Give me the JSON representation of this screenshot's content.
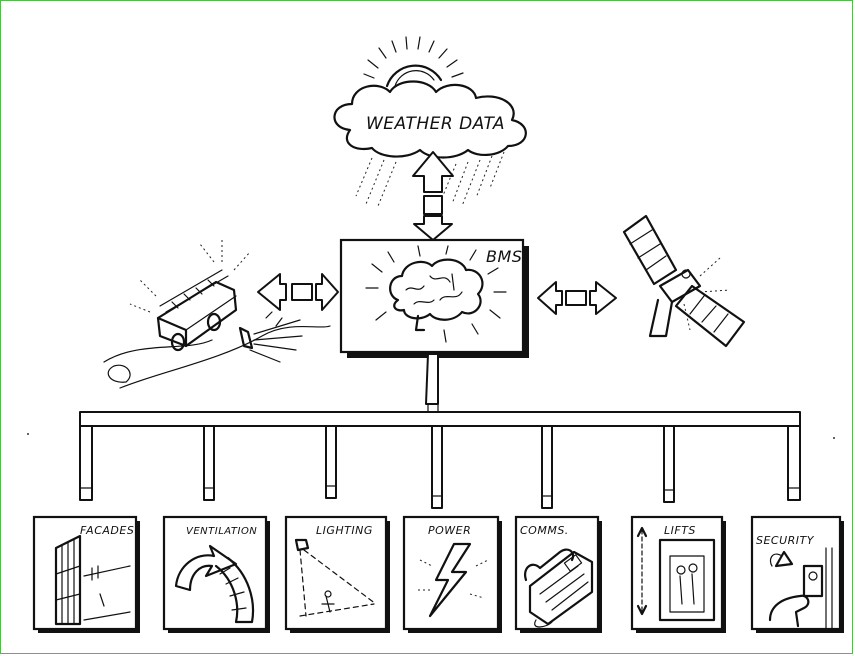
{
  "cloud": {
    "label": "WEATHER DATA"
  },
  "bms": {
    "label": "BMS."
  },
  "systems": [
    {
      "label": "FACADES"
    },
    {
      "label": "VENTILATION"
    },
    {
      "label": "LIGHTING"
    },
    {
      "label": "POWER"
    },
    {
      "label": "COMMS."
    },
    {
      "label": "LIFTS"
    },
    {
      "label": "SECURITY"
    }
  ]
}
